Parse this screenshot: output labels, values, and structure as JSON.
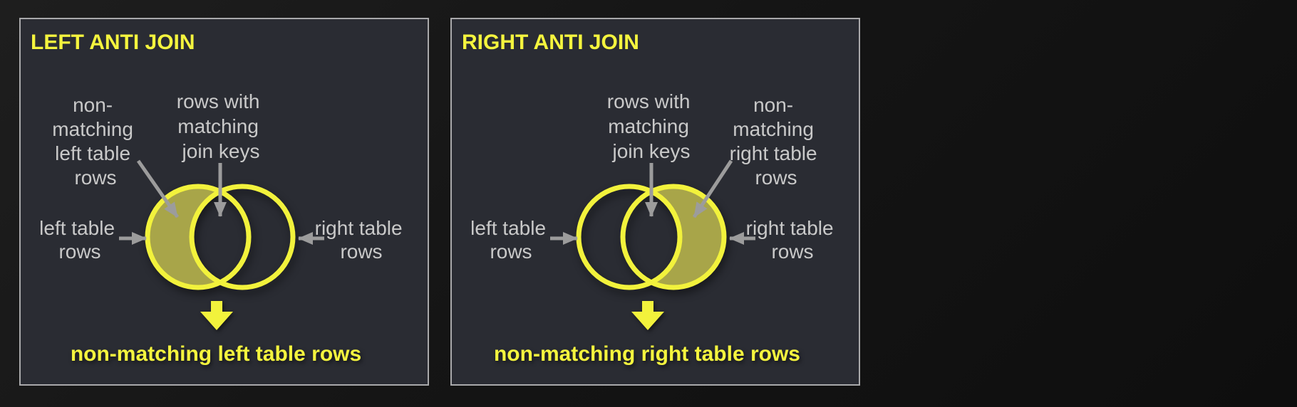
{
  "colors": {
    "page_background": "#141414",
    "panel_background": "#2a2c33",
    "panel_border": "#a9a9ab",
    "accent_yellow": "#f2f23c",
    "shaded_fill_olive": "#a8a549",
    "label_gray": "#c9c9c9",
    "arrow_gray": "#9c9c9c"
  },
  "panels": [
    {
      "title": "LEFT ANTI JOIN",
      "shaded_region": "left crescent",
      "labels": {
        "non_matching": {
          "lines": [
            "non-",
            "matching",
            "left table",
            "rows"
          ]
        },
        "matching": {
          "lines": [
            "rows with",
            "matching",
            "join keys"
          ]
        },
        "left_table": {
          "lines": [
            "left table",
            "rows"
          ]
        },
        "right_table": {
          "lines": [
            "right table",
            "rows"
          ]
        }
      },
      "result_text": "non-matching left table rows"
    },
    {
      "title": "RIGHT ANTI JOIN",
      "shaded_region": "right crescent",
      "labels": {
        "matching": {
          "lines": [
            "rows with",
            "matching",
            "join keys"
          ]
        },
        "non_matching": {
          "lines": [
            "non-",
            "matching",
            "right table",
            "rows"
          ]
        },
        "left_table": {
          "lines": [
            "left table",
            "rows"
          ]
        },
        "right_table": {
          "lines": [
            "right table",
            "rows"
          ]
        }
      },
      "result_text": "non-matching right table rows"
    }
  ]
}
